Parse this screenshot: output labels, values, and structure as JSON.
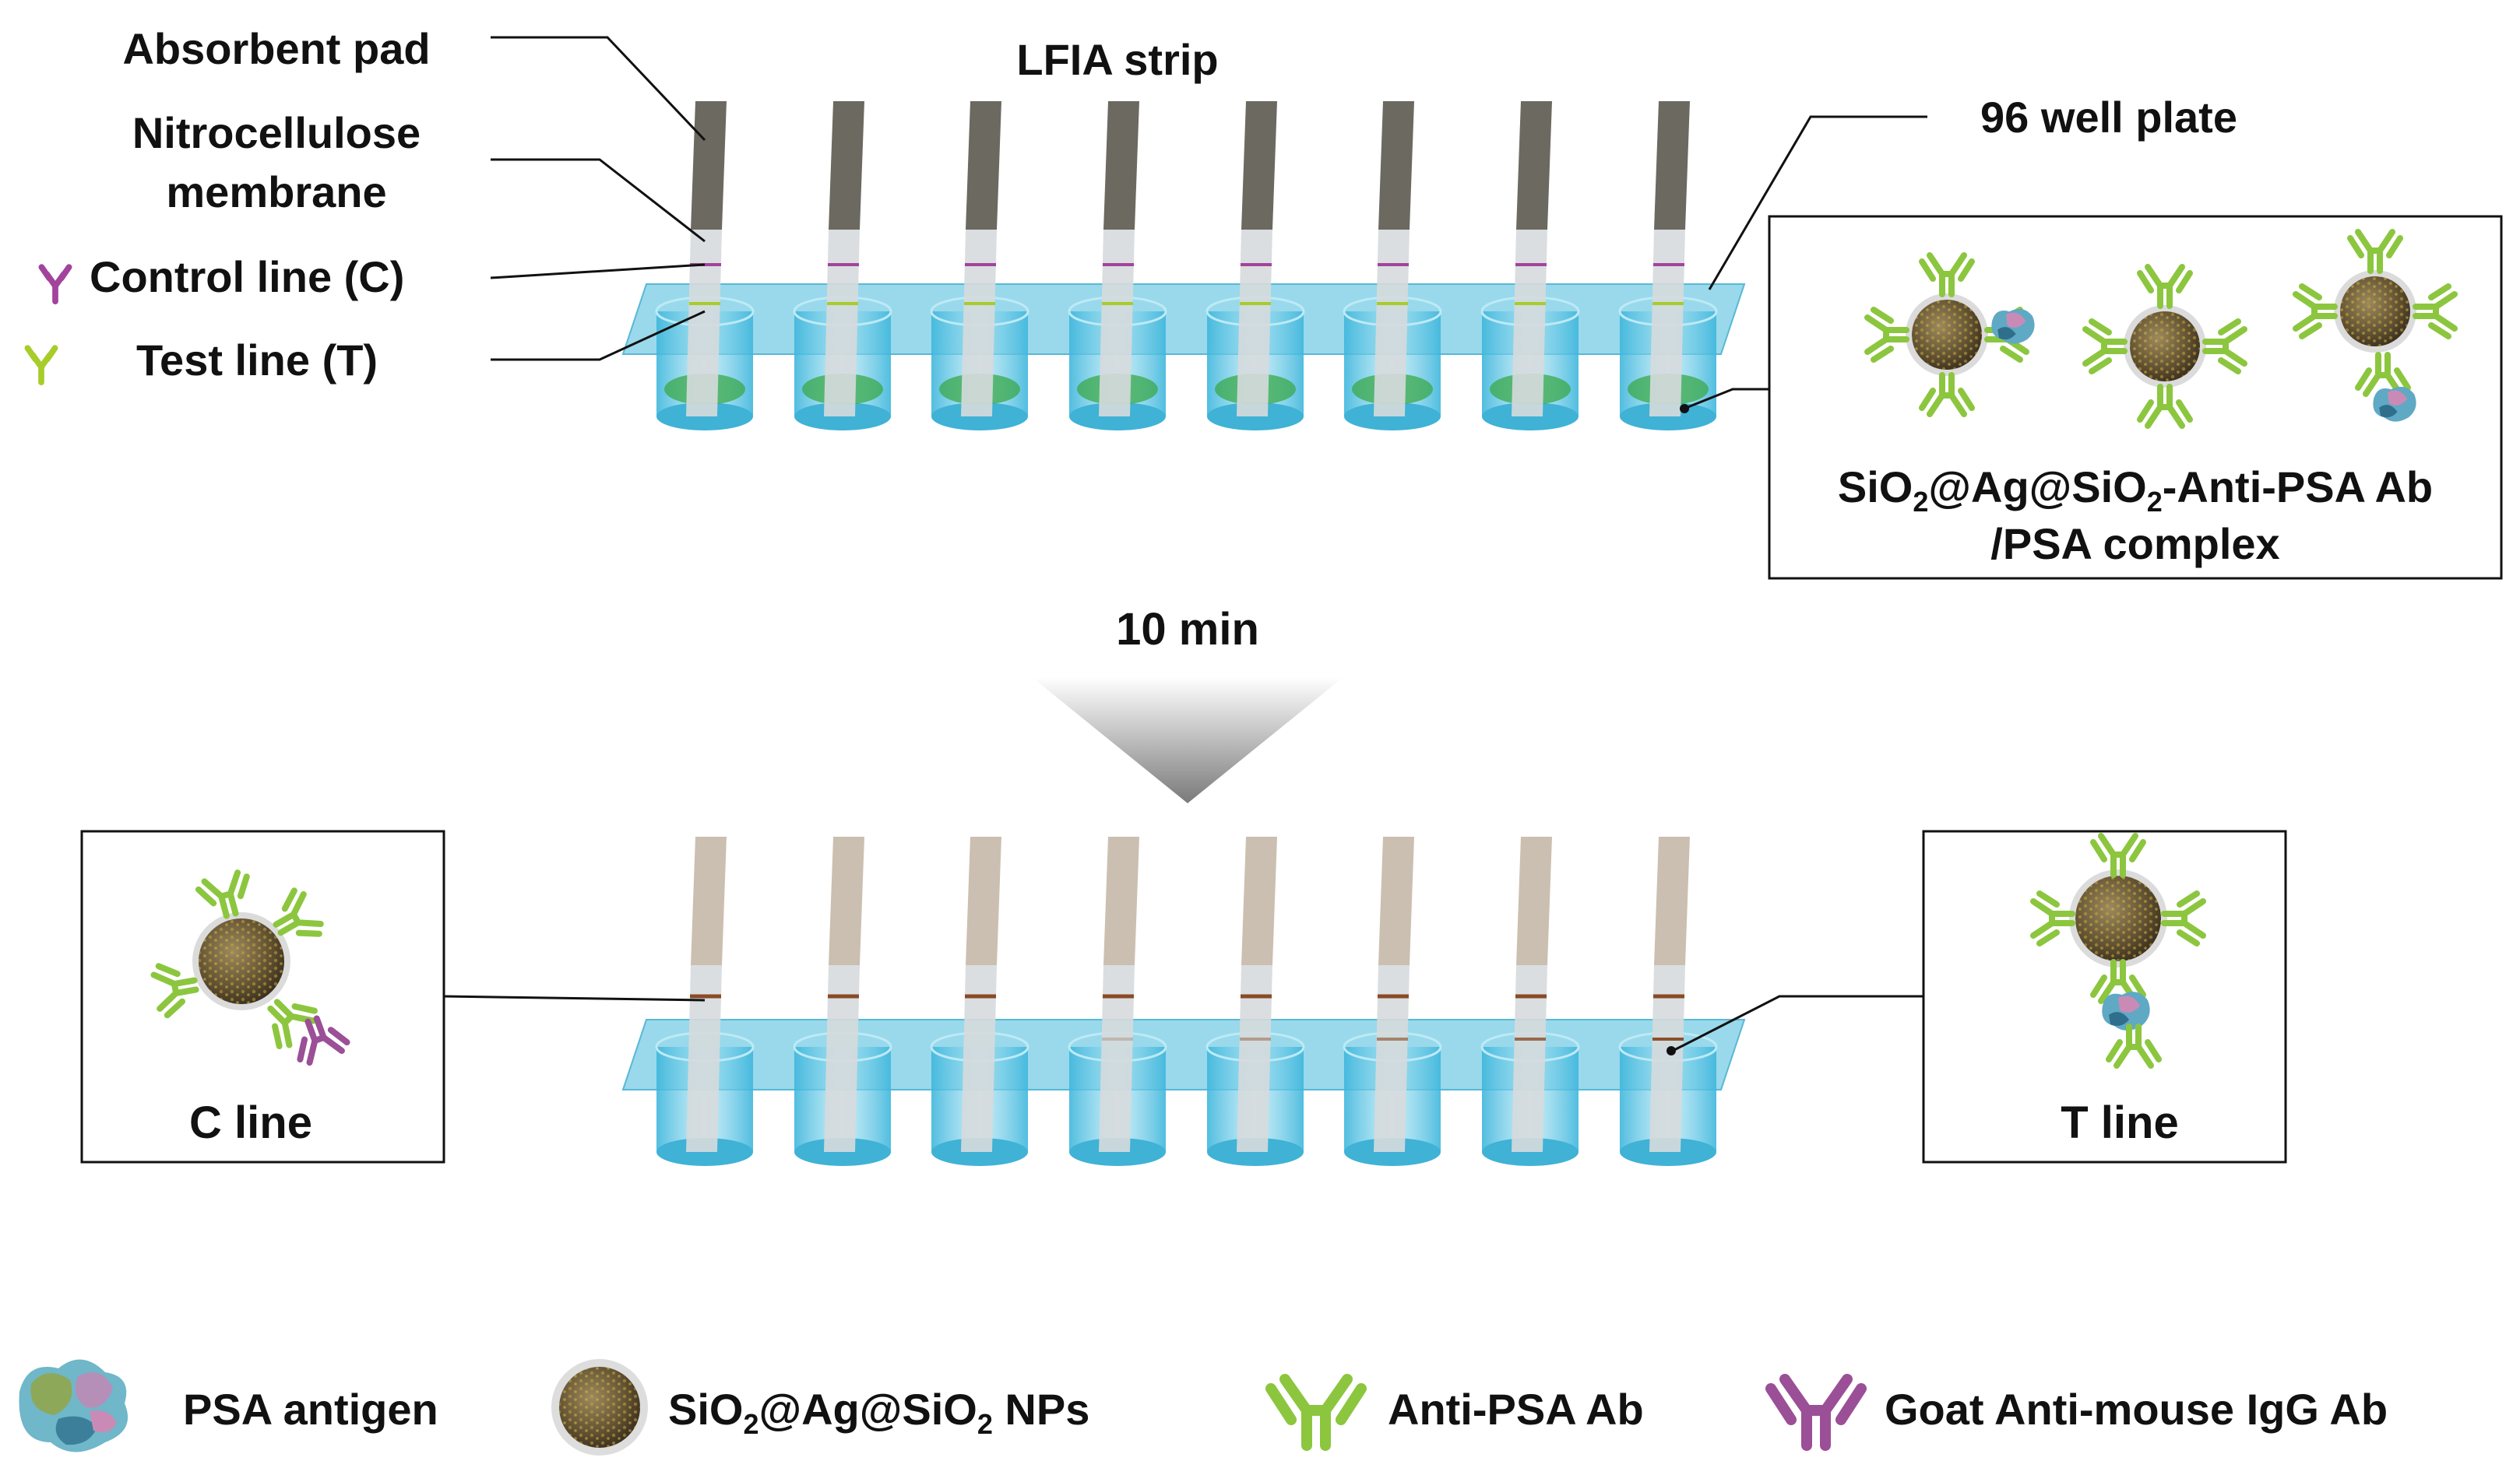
{
  "colors": {
    "plate": "#7fd0e6",
    "well": "#5cc4e2",
    "solution": "#3aa84a",
    "pad_dark": "#6c6960",
    "pad_light": "#cbbfb1",
    "strip": "#d6dadd",
    "control_line": "#a2439c",
    "test_line": "#a8cc2a",
    "result_line": "#8a4a24",
    "nanoparticle": "#6e5e3c",
    "anti_psa_ab": "#8cc63f",
    "goat_ab": "#9b4f96",
    "arrow": "#8e8e8e"
  },
  "top_panel": {
    "strip_title": "LFIA strip",
    "parts": {
      "absorbent_pad": "Absorbent pad",
      "membrane_line1": "Nitrocellulose",
      "membrane_line2": "membrane",
      "control_line": "Control line (C)",
      "test_line": "Test line (T)"
    },
    "plate_label": "96 well plate",
    "complex_label": {
      "line1_a": "SiO",
      "line1_sub1": "2",
      "line1_b": "@Ag@SiO",
      "line1_sub2": "2",
      "line1_c": "-Anti-PSA Ab",
      "line2": "/PSA complex"
    }
  },
  "step": {
    "time": "10 min"
  },
  "bottom_panel": {
    "c_line_label": "C line",
    "t_line_label": "T line"
  },
  "legend": {
    "psa_antigen": "PSA antigen",
    "nps_a": "SiO",
    "nps_sub1": "2",
    "nps_b": "@Ag@SiO",
    "nps_sub2": "2",
    "nps_c": " NPs",
    "anti_psa_ab": "Anti-PSA Ab",
    "goat_ab": "Goat Anti-mouse IgG Ab"
  }
}
